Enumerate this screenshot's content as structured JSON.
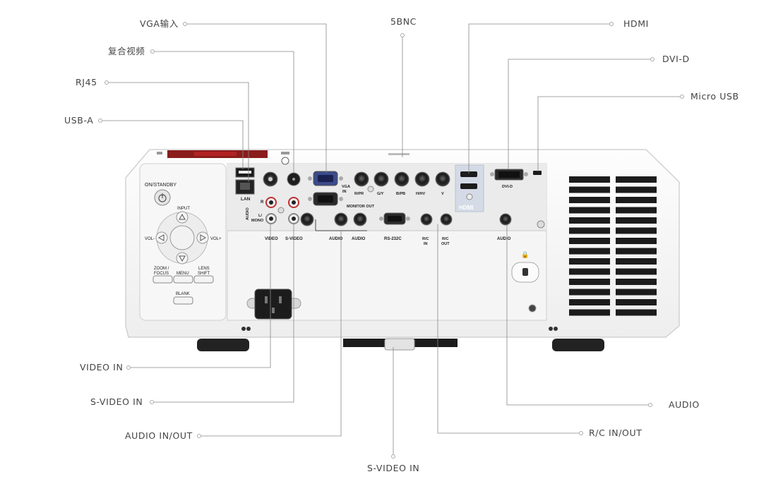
{
  "callouts": {
    "vga_in": "VGA输入",
    "composite": "复合视频",
    "rj45": "RJ45",
    "usb_a": "USB-A",
    "bnc5": "5BNC",
    "hdmi": "HDMI",
    "dvi_d": "DVI-D",
    "micro_usb": "Micro USB",
    "video_in": "VIDEO IN",
    "s_video_in": "S-VIDEO IN",
    "audio_in_out": "AUDIO IN/OUT",
    "s_video_in_bottom": "S-VIDEO IN",
    "audio": "AUDIO",
    "rc_in_out": "R/C IN/OUT"
  },
  "panel": {
    "on_standby": "ON/STANDBY",
    "input": "INPUT",
    "vol_minus": "VOL-",
    "vol_plus": "VOL+",
    "zoom": "ZOOM /",
    "focus": "FOCUS",
    "menu": "MENU",
    "lens": "LENS",
    "shift": "SHIFT",
    "blank": "BLANK",
    "lan": "LAN",
    "audio_side": "AUDIO",
    "r": "R",
    "l": "L/",
    "mono": "MONO",
    "vga": "VGA",
    "vga_in": "IN",
    "monitor_out": "MONITOR OUT",
    "rpr": "R/PR",
    "gy": "G/Y",
    "bpb": "B/PB",
    "hhv": "H/HV",
    "v": "V",
    "hdmi_logo": "HDMI",
    "dvid": "DVI-D",
    "video": "VIDEO",
    "svideo": "S-VIDEO",
    "audio1": "AUDIO",
    "audio2": "AUDIO",
    "rs232c": "RS-232C",
    "rc": "R/C",
    "rc_in": "IN",
    "rc2": "R/C",
    "rc_out": "OUT",
    "audio3": "AUDIO"
  }
}
